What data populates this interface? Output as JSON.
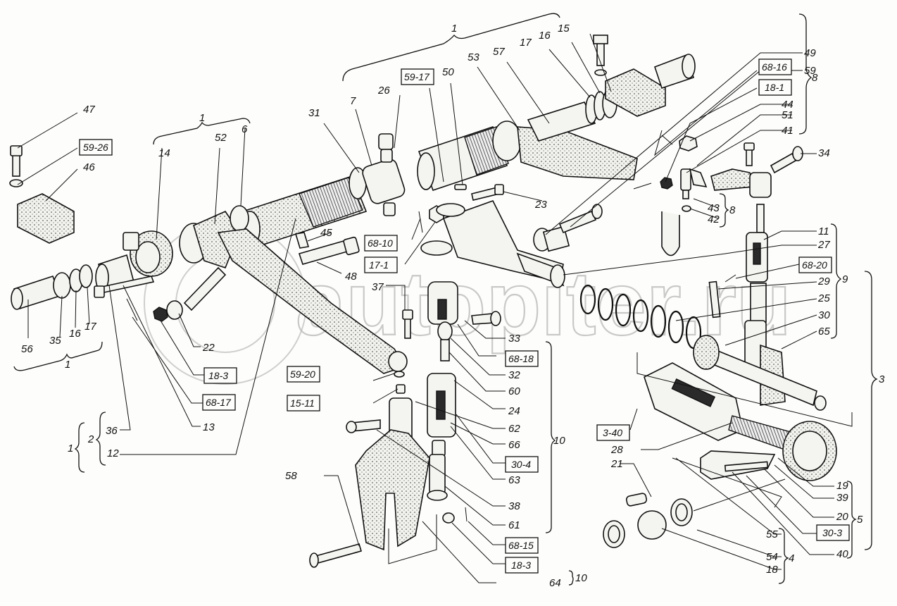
{
  "diagram": {
    "type": "exploded parts diagram",
    "subject": "tractor rear linkage / lift shaft assembly",
    "watermark": "autopiter.ru",
    "part_labels": [
      {
        "id": "47",
        "text": "47"
      },
      {
        "id": "46",
        "text": "46"
      },
      {
        "id": "56",
        "text": "56"
      },
      {
        "id": "35",
        "text": "35"
      },
      {
        "id": "16a",
        "text": "16"
      },
      {
        "id": "17a",
        "text": "17"
      },
      {
        "id": "14",
        "text": "14"
      },
      {
        "id": "52",
        "text": "52"
      },
      {
        "id": "6",
        "text": "6"
      },
      {
        "id": "22",
        "text": "22"
      },
      {
        "id": "13",
        "text": "13"
      },
      {
        "id": "36",
        "text": "36"
      },
      {
        "id": "12",
        "text": "12"
      },
      {
        "id": "31",
        "text": "31"
      },
      {
        "id": "7",
        "text": "7"
      },
      {
        "id": "26",
        "text": "26"
      },
      {
        "id": "50",
        "text": "50"
      },
      {
        "id": "53",
        "text": "53"
      },
      {
        "id": "57",
        "text": "57"
      },
      {
        "id": "17b",
        "text": "17"
      },
      {
        "id": "16b",
        "text": "16"
      },
      {
        "id": "15",
        "text": "15"
      },
      {
        "id": "23",
        "text": "23"
      },
      {
        "id": "45",
        "text": "45"
      },
      {
        "id": "48",
        "text": "48"
      },
      {
        "id": "37",
        "text": "37"
      },
      {
        "id": "33",
        "text": "33"
      },
      {
        "id": "32",
        "text": "32"
      },
      {
        "id": "60",
        "text": "60"
      },
      {
        "id": "24",
        "text": "24"
      },
      {
        "id": "62",
        "text": "62"
      },
      {
        "id": "66",
        "text": "66"
      },
      {
        "id": "63",
        "text": "63"
      },
      {
        "id": "38",
        "text": "38"
      },
      {
        "id": "61",
        "text": "61"
      },
      {
        "id": "64",
        "text": "64"
      },
      {
        "id": "58",
        "text": "58"
      },
      {
        "id": "49",
        "text": "49"
      },
      {
        "id": "59",
        "text": "59"
      },
      {
        "id": "44",
        "text": "44"
      },
      {
        "id": "51",
        "text": "51"
      },
      {
        "id": "41",
        "text": "41"
      },
      {
        "id": "34",
        "text": "34"
      },
      {
        "id": "43",
        "text": "43"
      },
      {
        "id": "42",
        "text": "42"
      },
      {
        "id": "11",
        "text": "11"
      },
      {
        "id": "27",
        "text": "27"
      },
      {
        "id": "29",
        "text": "29"
      },
      {
        "id": "25",
        "text": "25"
      },
      {
        "id": "30",
        "text": "30"
      },
      {
        "id": "65",
        "text": "65"
      },
      {
        "id": "28",
        "text": "28"
      },
      {
        "id": "21",
        "text": "21"
      },
      {
        "id": "19",
        "text": "19"
      },
      {
        "id": "39",
        "text": "39"
      },
      {
        "id": "20",
        "text": "20"
      },
      {
        "id": "40",
        "text": "40"
      },
      {
        "id": "55",
        "text": "55"
      },
      {
        "id": "54",
        "text": "54"
      },
      {
        "id": "18",
        "text": "18"
      }
    ],
    "boxed_labels": [
      {
        "id": "b59-26",
        "text": "59-26"
      },
      {
        "id": "b18-3a",
        "text": "18-3"
      },
      {
        "id": "b68-17",
        "text": "68-17"
      },
      {
        "id": "b59-17",
        "text": "59-17"
      },
      {
        "id": "b68-10",
        "text": "68-10"
      },
      {
        "id": "b17-1",
        "text": "17-1"
      },
      {
        "id": "b68-18",
        "text": "68-18"
      },
      {
        "id": "b59-20",
        "text": "59-20"
      },
      {
        "id": "b15-11",
        "text": "15-11"
      },
      {
        "id": "b30-4",
        "text": "30-4"
      },
      {
        "id": "b68-15",
        "text": "68-15"
      },
      {
        "id": "b18-3b",
        "text": "18-3"
      },
      {
        "id": "b68-16",
        "text": "68-16"
      },
      {
        "id": "b18-1",
        "text": "18-1"
      },
      {
        "id": "b68-20",
        "text": "68-20"
      },
      {
        "id": "b3-40",
        "text": "3-40"
      },
      {
        "id": "b30-3",
        "text": "30-3"
      }
    ],
    "group_labels": [
      {
        "id": "g1-top",
        "text": "1"
      },
      {
        "id": "g1-left",
        "text": "1"
      },
      {
        "id": "g1-bottom",
        "text": "1"
      },
      {
        "id": "g1-legend",
        "text": "1"
      },
      {
        "id": "g2-legend",
        "text": "2"
      },
      {
        "id": "g8-top",
        "text": "8"
      },
      {
        "id": "g8-small",
        "text": "8"
      },
      {
        "id": "g9",
        "text": "9"
      },
      {
        "id": "g3",
        "text": "3"
      },
      {
        "id": "g10",
        "text": "10"
      },
      {
        "id": "g10-bottom",
        "text": "10"
      },
      {
        "id": "g5",
        "text": "5"
      },
      {
        "id": "g4",
        "text": "4"
      }
    ]
  }
}
